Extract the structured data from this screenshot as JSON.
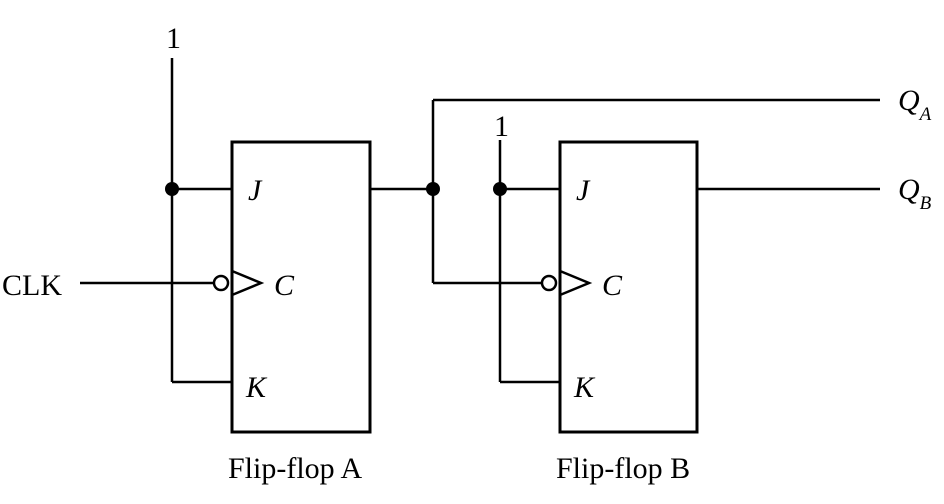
{
  "clock": {
    "label": "CLK"
  },
  "logic_high_a": "1",
  "logic_high_b": "1",
  "flipflop_a": {
    "caption": "Flip-flop A",
    "pin_j": "J",
    "pin_c": "C",
    "pin_k": "K"
  },
  "flipflop_b": {
    "caption": "Flip-flop B",
    "pin_j": "J",
    "pin_c": "C",
    "pin_k": "K"
  },
  "outputs": {
    "qa": {
      "base": "Q",
      "sub": "A"
    },
    "qb": {
      "base": "Q",
      "sub": "B"
    }
  }
}
